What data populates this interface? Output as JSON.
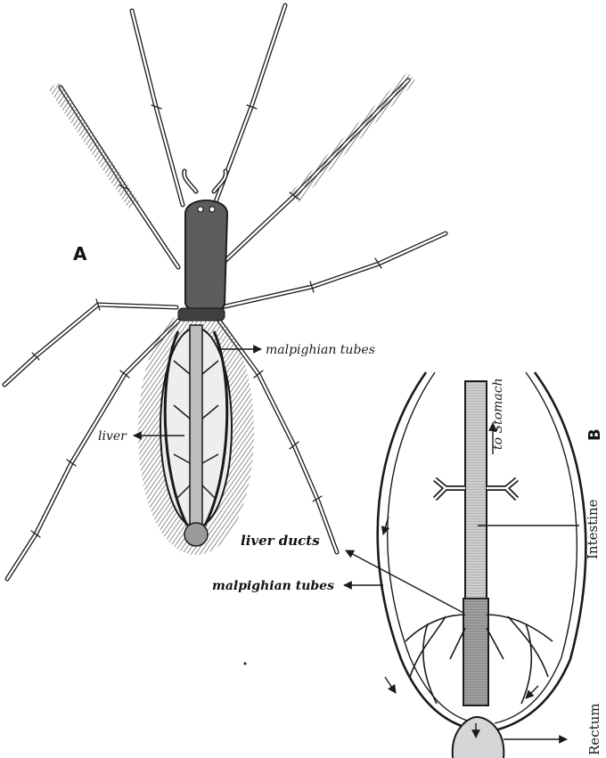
{
  "figure": {
    "panel_a": {
      "letter": "A",
      "labels": {
        "malpighian_tubes": "malpighian tubes",
        "liver": "liver"
      }
    },
    "panel_b": {
      "letter": "B",
      "labels": {
        "to_stomach": "to Stomach",
        "intestine": "Intestine",
        "liver_ducts": "liver ducts",
        "malpighian_tubes": "malpighian tubes",
        "rectum": "Rectum"
      }
    }
  },
  "colors": {
    "ink": "#1a1a1a",
    "paper": "#ffffff",
    "shade": "#6b6b6b"
  }
}
